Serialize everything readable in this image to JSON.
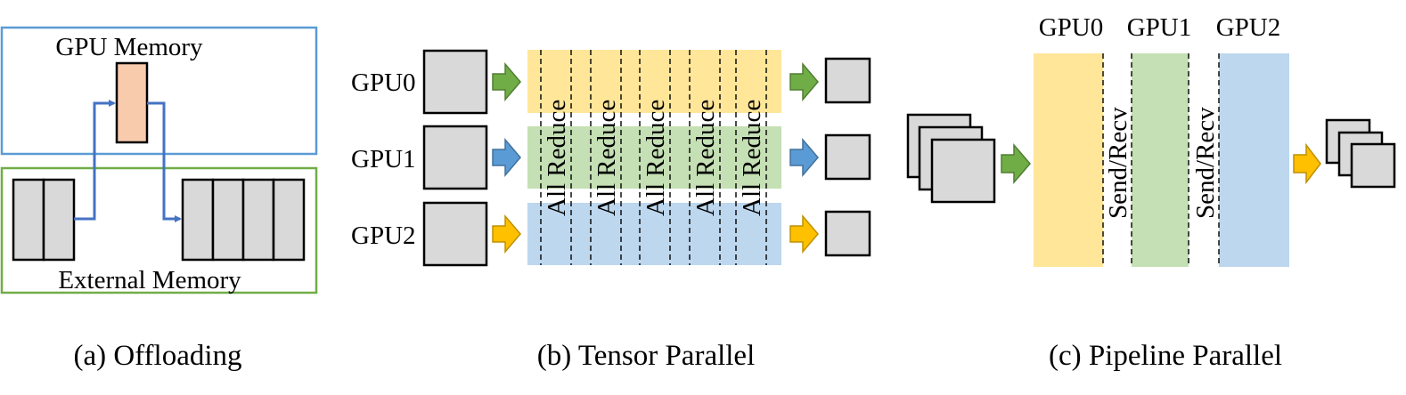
{
  "colors": {
    "blue_border": "#5b9bd5",
    "green_border": "#70ad47",
    "salmon": "#f8cbad",
    "yellow_band": "#ffe699",
    "green_band": "#c5e0b4",
    "blue_band": "#bdd7ee",
    "arrow_green": "#70ad47",
    "arrow_blue": "#5b9bd5",
    "arrow_yellow": "#ffc000",
    "line_blue": "#4472c4"
  },
  "offloading": {
    "gpu_memory_label": "GPU Memory",
    "external_memory_label": "External Memory",
    "caption": "(a) Offloading"
  },
  "tensor_parallel": {
    "gpus": [
      "GPU0",
      "GPU1",
      "GPU2"
    ],
    "allreduce_label": "All Reduce",
    "caption": "(b) Tensor Parallel"
  },
  "pipeline_parallel": {
    "gpus": [
      "GPU0",
      "GPU1",
      "GPU2"
    ],
    "send_recv_label": "Send/Recv",
    "caption": "(c) Pipeline Parallel"
  }
}
